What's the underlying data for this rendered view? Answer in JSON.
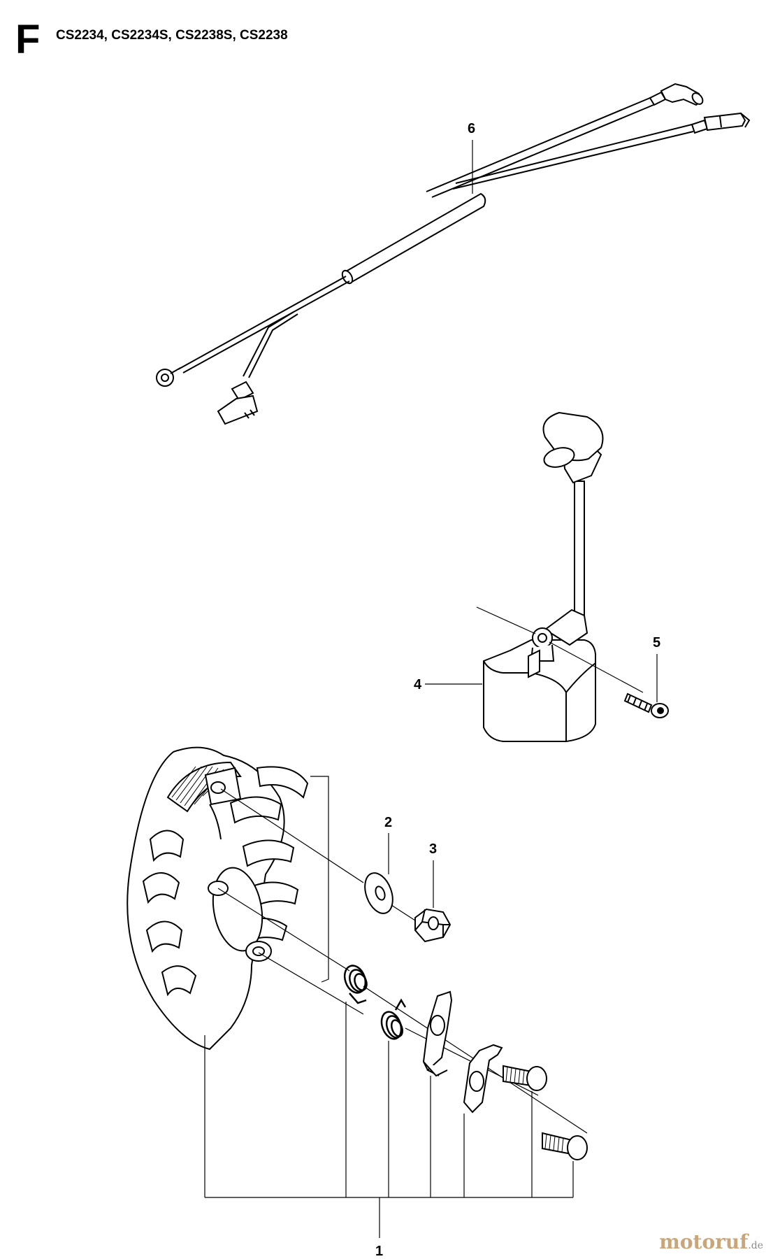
{
  "header": {
    "section_letter": "F",
    "models": "CS2234, CS2234S, CS2238S, CS2238"
  },
  "callouts": [
    {
      "id": "1",
      "label": "1"
    },
    {
      "id": "2",
      "label": "2"
    },
    {
      "id": "3",
      "label": "3"
    },
    {
      "id": "4",
      "label": "4"
    },
    {
      "id": "5",
      "label": "5"
    },
    {
      "id": "6",
      "label": "6"
    }
  ],
  "watermark": {
    "brand": "motoruf",
    "tld": ".de",
    "colors": {
      "brand": "#c9a57a",
      "tld": "#8a8a8a"
    }
  }
}
